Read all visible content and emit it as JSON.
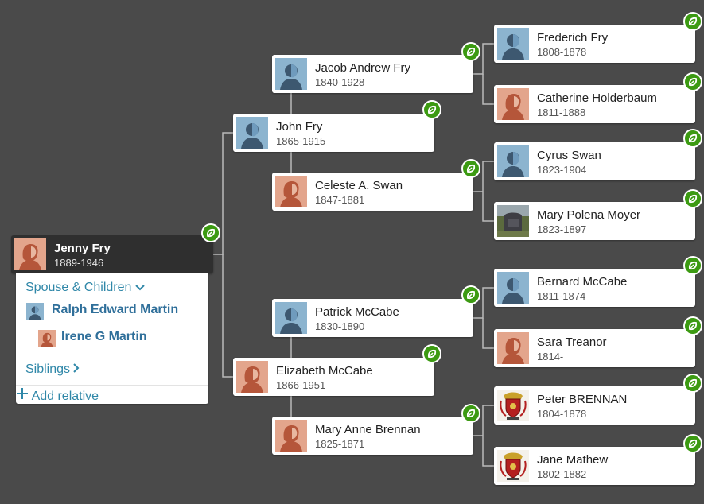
{
  "root": {
    "name": "Jenny Fry",
    "dates": "1889-1946",
    "photo": "female-silhouette-icon"
  },
  "panel": {
    "spouse_children_label": "Spouse & Children",
    "relatives": [
      {
        "name": "Ralph Edward Martin",
        "photo": "male-silhouette-icon"
      },
      {
        "name": "Irene G Martin",
        "photo": "female-silhouette-icon"
      }
    ],
    "siblings_label": "Siblings",
    "add_relative_label": "Add relative"
  },
  "parents": [
    {
      "name": "John Fry",
      "dates": "1865-1915",
      "photo": "male-silhouette-icon"
    },
    {
      "name": "Elizabeth McCabe",
      "dates": "1866-1951",
      "photo": "female-silhouette-icon"
    }
  ],
  "grandparents": [
    {
      "name": "Jacob Andrew Fry",
      "dates": "1840-1928",
      "photo": "male-silhouette-icon"
    },
    {
      "name": "Celeste A. Swan",
      "dates": "1847-1881",
      "photo": "female-silhouette-icon"
    },
    {
      "name": "Patrick McCabe",
      "dates": "1830-1890",
      "photo": "male-silhouette-icon"
    },
    {
      "name": "Mary Anne Brennan",
      "dates": "1825-1871",
      "photo": "female-silhouette-icon"
    }
  ],
  "great_grandparents": [
    {
      "name": "Frederich Fry",
      "dates": "1808-1878",
      "photo": "male-silhouette-icon"
    },
    {
      "name": "Catherine Holderbaum",
      "dates": "1811-1888",
      "photo": "female-silhouette-icon"
    },
    {
      "name": "Cyrus Swan",
      "dates": "1823-1904",
      "photo": "male-silhouette-icon"
    },
    {
      "name": "Mary Polena Moyer",
      "dates": "1823-1897",
      "photo": "gravestone-photo-icon"
    },
    {
      "name": "Bernard McCabe",
      "dates": "1811-1874",
      "photo": "male-silhouette-icon"
    },
    {
      "name": "Sara Treanor",
      "dates": "1814-",
      "photo": "female-silhouette-icon"
    },
    {
      "name": "Peter BRENNAN",
      "dates": "1804-1878",
      "photo": "coat-of-arms-icon"
    },
    {
      "name": "Jane Mathew",
      "dates": "1802-1882",
      "photo": "coat-of-arms-icon"
    }
  ],
  "colors": {
    "background": "#4a4a4a",
    "male_bg": "#8cb4cf",
    "male_fg": "#3d5870",
    "female_bg": "#e3a58c",
    "female_fg": "#b5563a",
    "hint": "#3c9a12",
    "link": "#2f87a8"
  }
}
